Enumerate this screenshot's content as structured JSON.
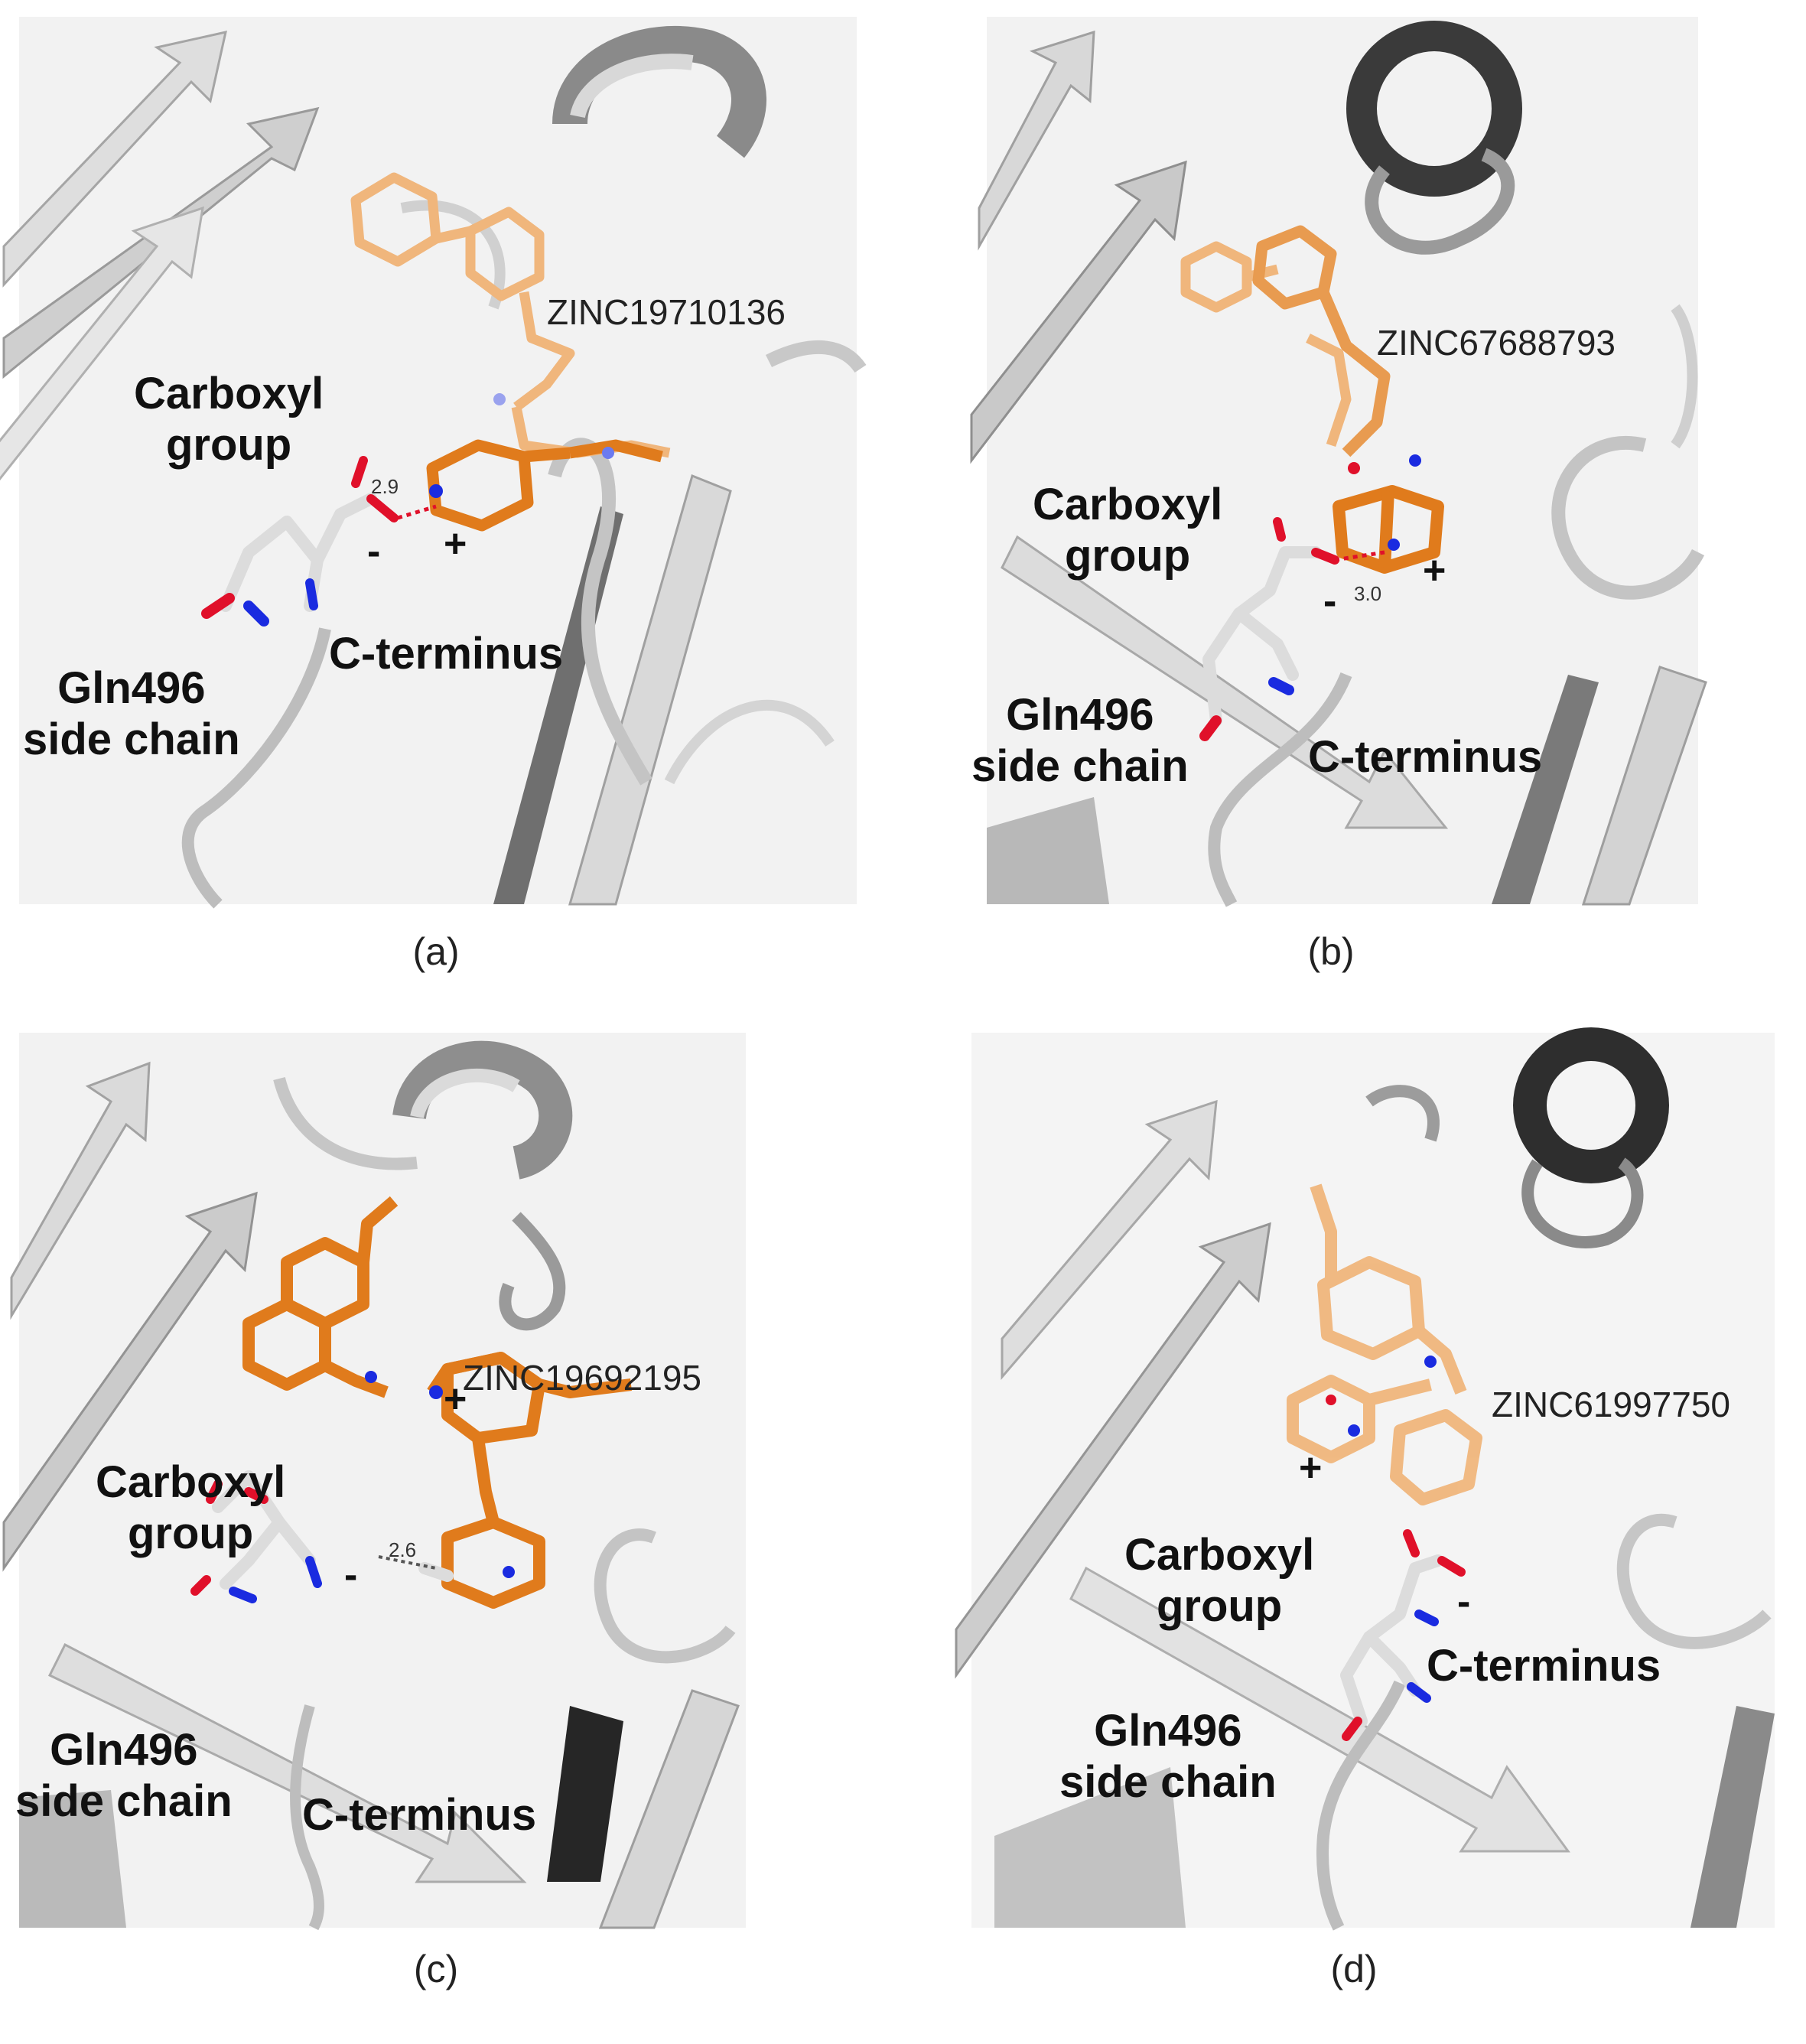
{
  "panels": {
    "a": {
      "caption": "(a)",
      "ligand": "ZINC19710136",
      "carboxyl": "Carboxyl\ngroup",
      "cterm": "C-terminus",
      "gln": "Gln496\nside chain",
      "distance": "2.9",
      "minus": "-",
      "plus": "+"
    },
    "b": {
      "caption": "(b)",
      "ligand": "ZINC67688793",
      "carboxyl": "Carboxyl\ngroup",
      "cterm": "C-terminus",
      "gln": "Gln496\nside chain",
      "distance": "3.0",
      "minus": "-",
      "plus": "+"
    },
    "c": {
      "caption": "(c)",
      "ligand": "ZINC19692195",
      "carboxyl": "Carboxyl\ngroup",
      "cterm": "C-terminus",
      "gln": "Gln496\nside chain",
      "distance": "2.6",
      "minus": "-",
      "plus": "+"
    },
    "d": {
      "caption": "(d)",
      "ligand": "ZINC61997750",
      "carboxyl": "Carboxyl\ngroup",
      "cterm": "C-terminus",
      "gln": "Gln496\nside chain",
      "minus": "-",
      "plus": "+"
    }
  },
  "colors": {
    "ribbon_light": "#e4e4e4",
    "ribbon_mid": "#bdbdbd",
    "ribbon_dark": "#3a3a3a",
    "ligand_light": "#f0b67c",
    "ligand_dark": "#e07b1c",
    "oxygen": "#e0102a",
    "nitrogen": "#1a2be0",
    "hbond": "#e0102a"
  }
}
